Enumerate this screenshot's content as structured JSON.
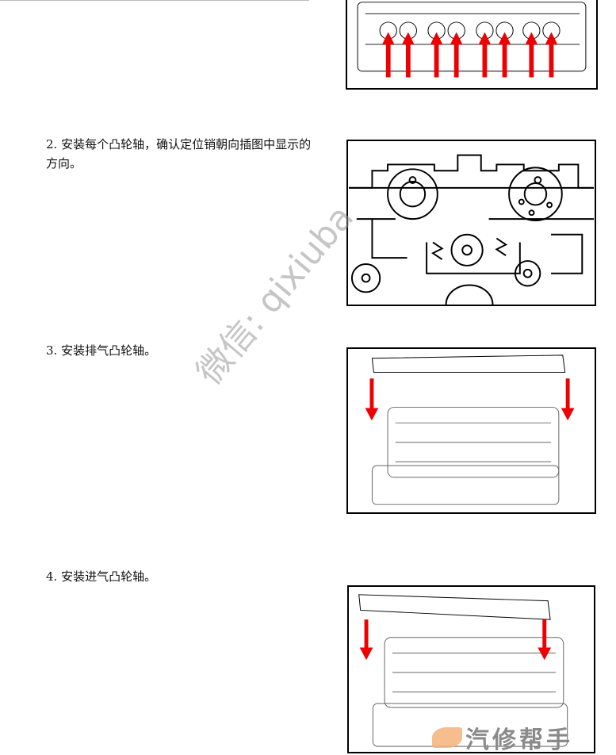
{
  "steps": [
    {
      "text": "2. 安装每个凸轮轴，确认定位销朝向插图中显示的方向。"
    },
    {
      "text": "3. 安装排气凸轮轴。"
    },
    {
      "text": "4. 安装进气凸轮轴。"
    }
  ],
  "watermark": "微信: qixiuba",
  "logo": {
    "text": "汽修帮手"
  },
  "colors": {
    "arrow": "#ee0000",
    "line": "#000000"
  }
}
